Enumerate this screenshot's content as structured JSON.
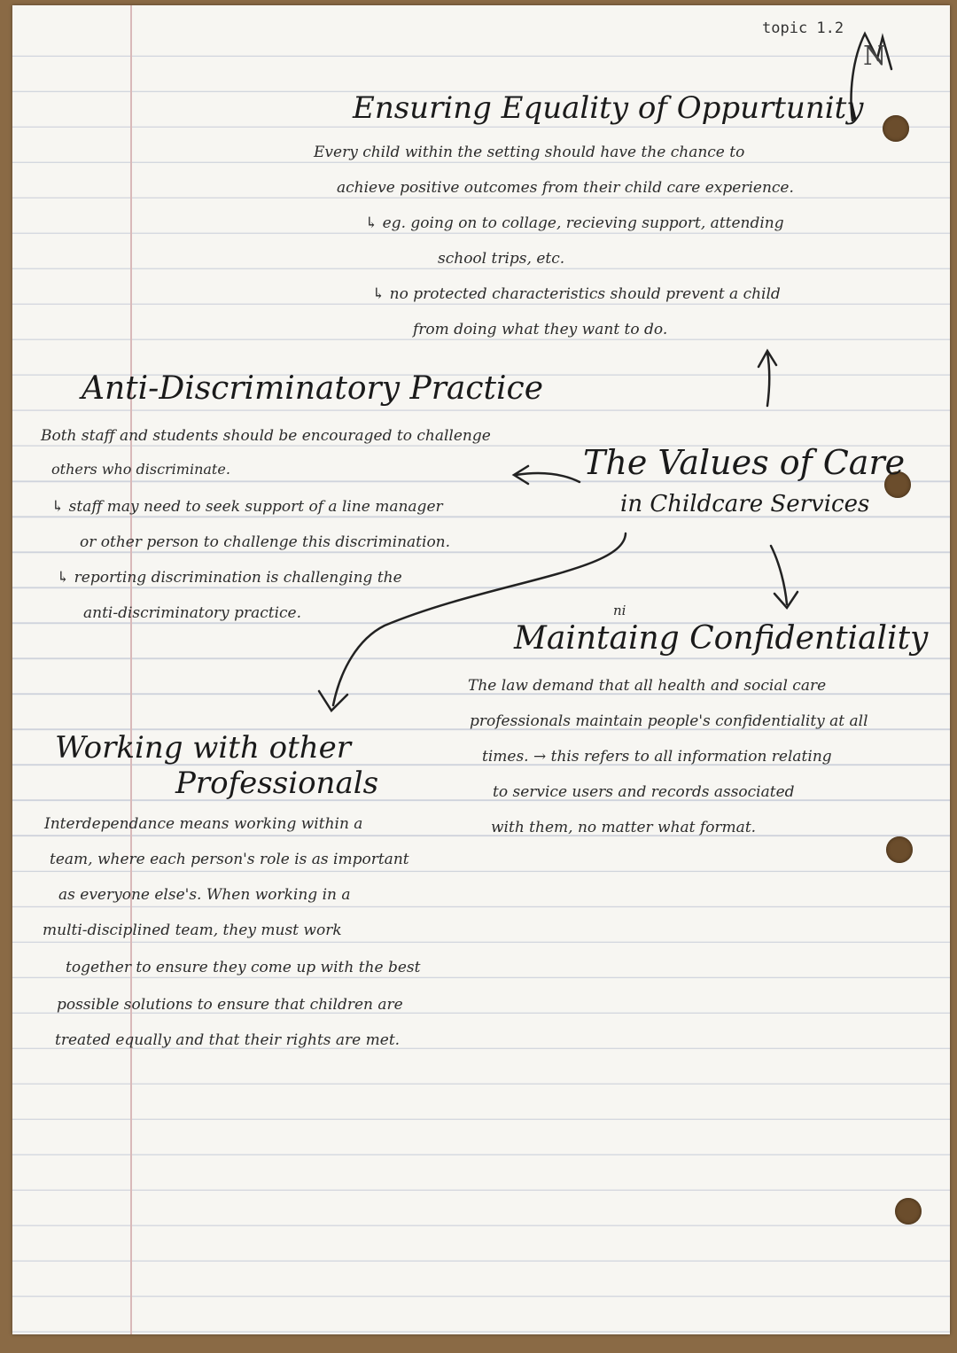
{
  "topic_tag": "topic 1.2",
  "corner_mark": "N",
  "center": {
    "line1": "The Values of Care",
    "line2": "in Childcare Services"
  },
  "equality": {
    "title": "Ensuring Equality of Oppurtunity",
    "lines": [
      "Every child within the setting should have the chance to",
      "achieve positive outcomes from their child care experience.",
      "↳ eg. going on to collage, recieving support, attending",
      "school trips, etc.",
      "↳ no protected characteristics should prevent a child",
      "from doing what they want to do."
    ]
  },
  "anti": {
    "title": "Anti-Discriminatory Practice",
    "lines": [
      "Both staff and students should be encouraged to challenge",
      "others who discriminate.",
      "↳ staff may need to seek support of a line manager",
      "or other person to challenge this discrimination.",
      "↳ reporting discrimination is challenging the",
      "anti-discriminatory practice."
    ]
  },
  "confidentiality": {
    "title": "Maintaing Confidentiality",
    "insert": "ni",
    "lines": [
      "The law demand that all health and social care",
      "professionals maintain people's confidentiality at all",
      "times. → this refers to all information relating",
      "to service users and records associated",
      "with them, no matter what format."
    ]
  },
  "working": {
    "title1": "Working with other",
    "title2": "Professionals",
    "lines": [
      "Interdependance means working within a",
      "team, where each person's role is as important",
      "as everyone else's. When working in a",
      "multi-disciplined team, they must work",
      "together to ensure they come up with the best",
      "possible solutions to ensure that children are",
      "treated equally and that their rights are met."
    ]
  }
}
